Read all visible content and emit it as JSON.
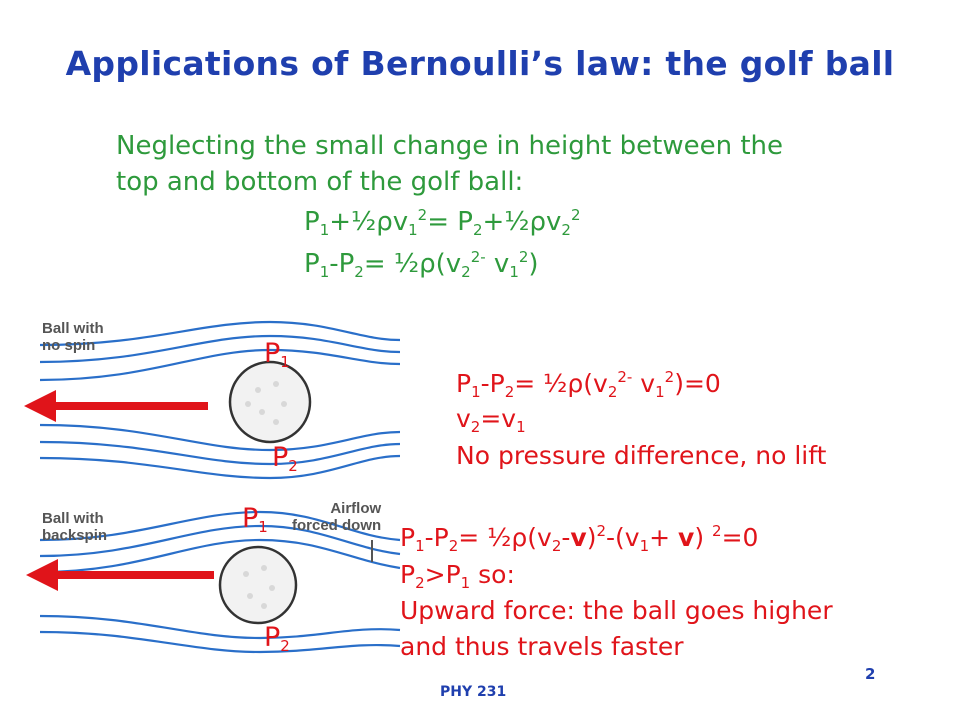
{
  "title": "Applications of Bernoulli’s law: the golf ball",
  "intro": {
    "line1": "Neglecting the small change in height between the",
    "line2": "top and bottom of the golf ball:"
  },
  "equations": {
    "eq1": {
      "p1": "P",
      "s1": "1",
      "a": "+½ρv",
      "s2": "1",
      "sp1": "2",
      "b": "= P",
      "s3": "2",
      "c": "+½ρv",
      "s4": "2",
      "sp2": "2"
    },
    "eq2": {
      "p1": "P",
      "s1": "1",
      "a": "-P",
      "s2": "2",
      "b": "= ½ρ(v",
      "s3": "2",
      "sp1": "2-",
      "c": " v",
      "s4": "1",
      "sp2": "2",
      "d": ")"
    }
  },
  "no_spin": {
    "diagram_label_1": "Ball with",
    "diagram_label_2": "no spin",
    "p_top": "P",
    "p_top_sub": "1",
    "p_bottom": "P",
    "p_bottom_sub": "2",
    "line1": {
      "a": "P",
      "s1": "1",
      "b": "-P",
      "s2": "2",
      "c": "= ½ρ(v",
      "s3": "2",
      "sp1": "2-",
      "d": " v",
      "s4": "1",
      "sp2": "2",
      "e": ")=0"
    },
    "line2": {
      "a": "v",
      "s1": "2",
      "b": "=v",
      "s2": "1"
    },
    "line3": "No pressure difference, no lift"
  },
  "backspin": {
    "diagram_label_1": "Ball with",
    "diagram_label_2": "backspin",
    "airflow_1": "Airflow",
    "airflow_2": "forced down",
    "p_top": "P",
    "p_top_sub": "1",
    "p_bottom": "P",
    "p_bottom_sub": "2",
    "line1": {
      "a": "P",
      "s1": "1",
      "b": "-P",
      "s2": "2",
      "c": "= ½ρ(v",
      "s3": "2",
      "d": "-",
      "e": "v",
      "f": ")",
      "sp1": "2",
      "g": "-(v",
      "s4": "1",
      "h": "+ ",
      "i": "v",
      "j": ") ",
      "sp2": "2",
      "k": "=0"
    },
    "line2": {
      "a": "P",
      "s1": "2",
      "b": ">P",
      "s2": "1",
      "c": " so:"
    },
    "line3": "Upward force: the ball goes higher",
    "line4": "and thus travels faster"
  },
  "footer": {
    "course": "PHY 231",
    "page": "2"
  },
  "colors": {
    "title": "#1f3fae",
    "equation": "#2e9a3c",
    "annotation": "#e0141a",
    "arrow": "#e0141a",
    "stream": "#2a6fc9"
  }
}
